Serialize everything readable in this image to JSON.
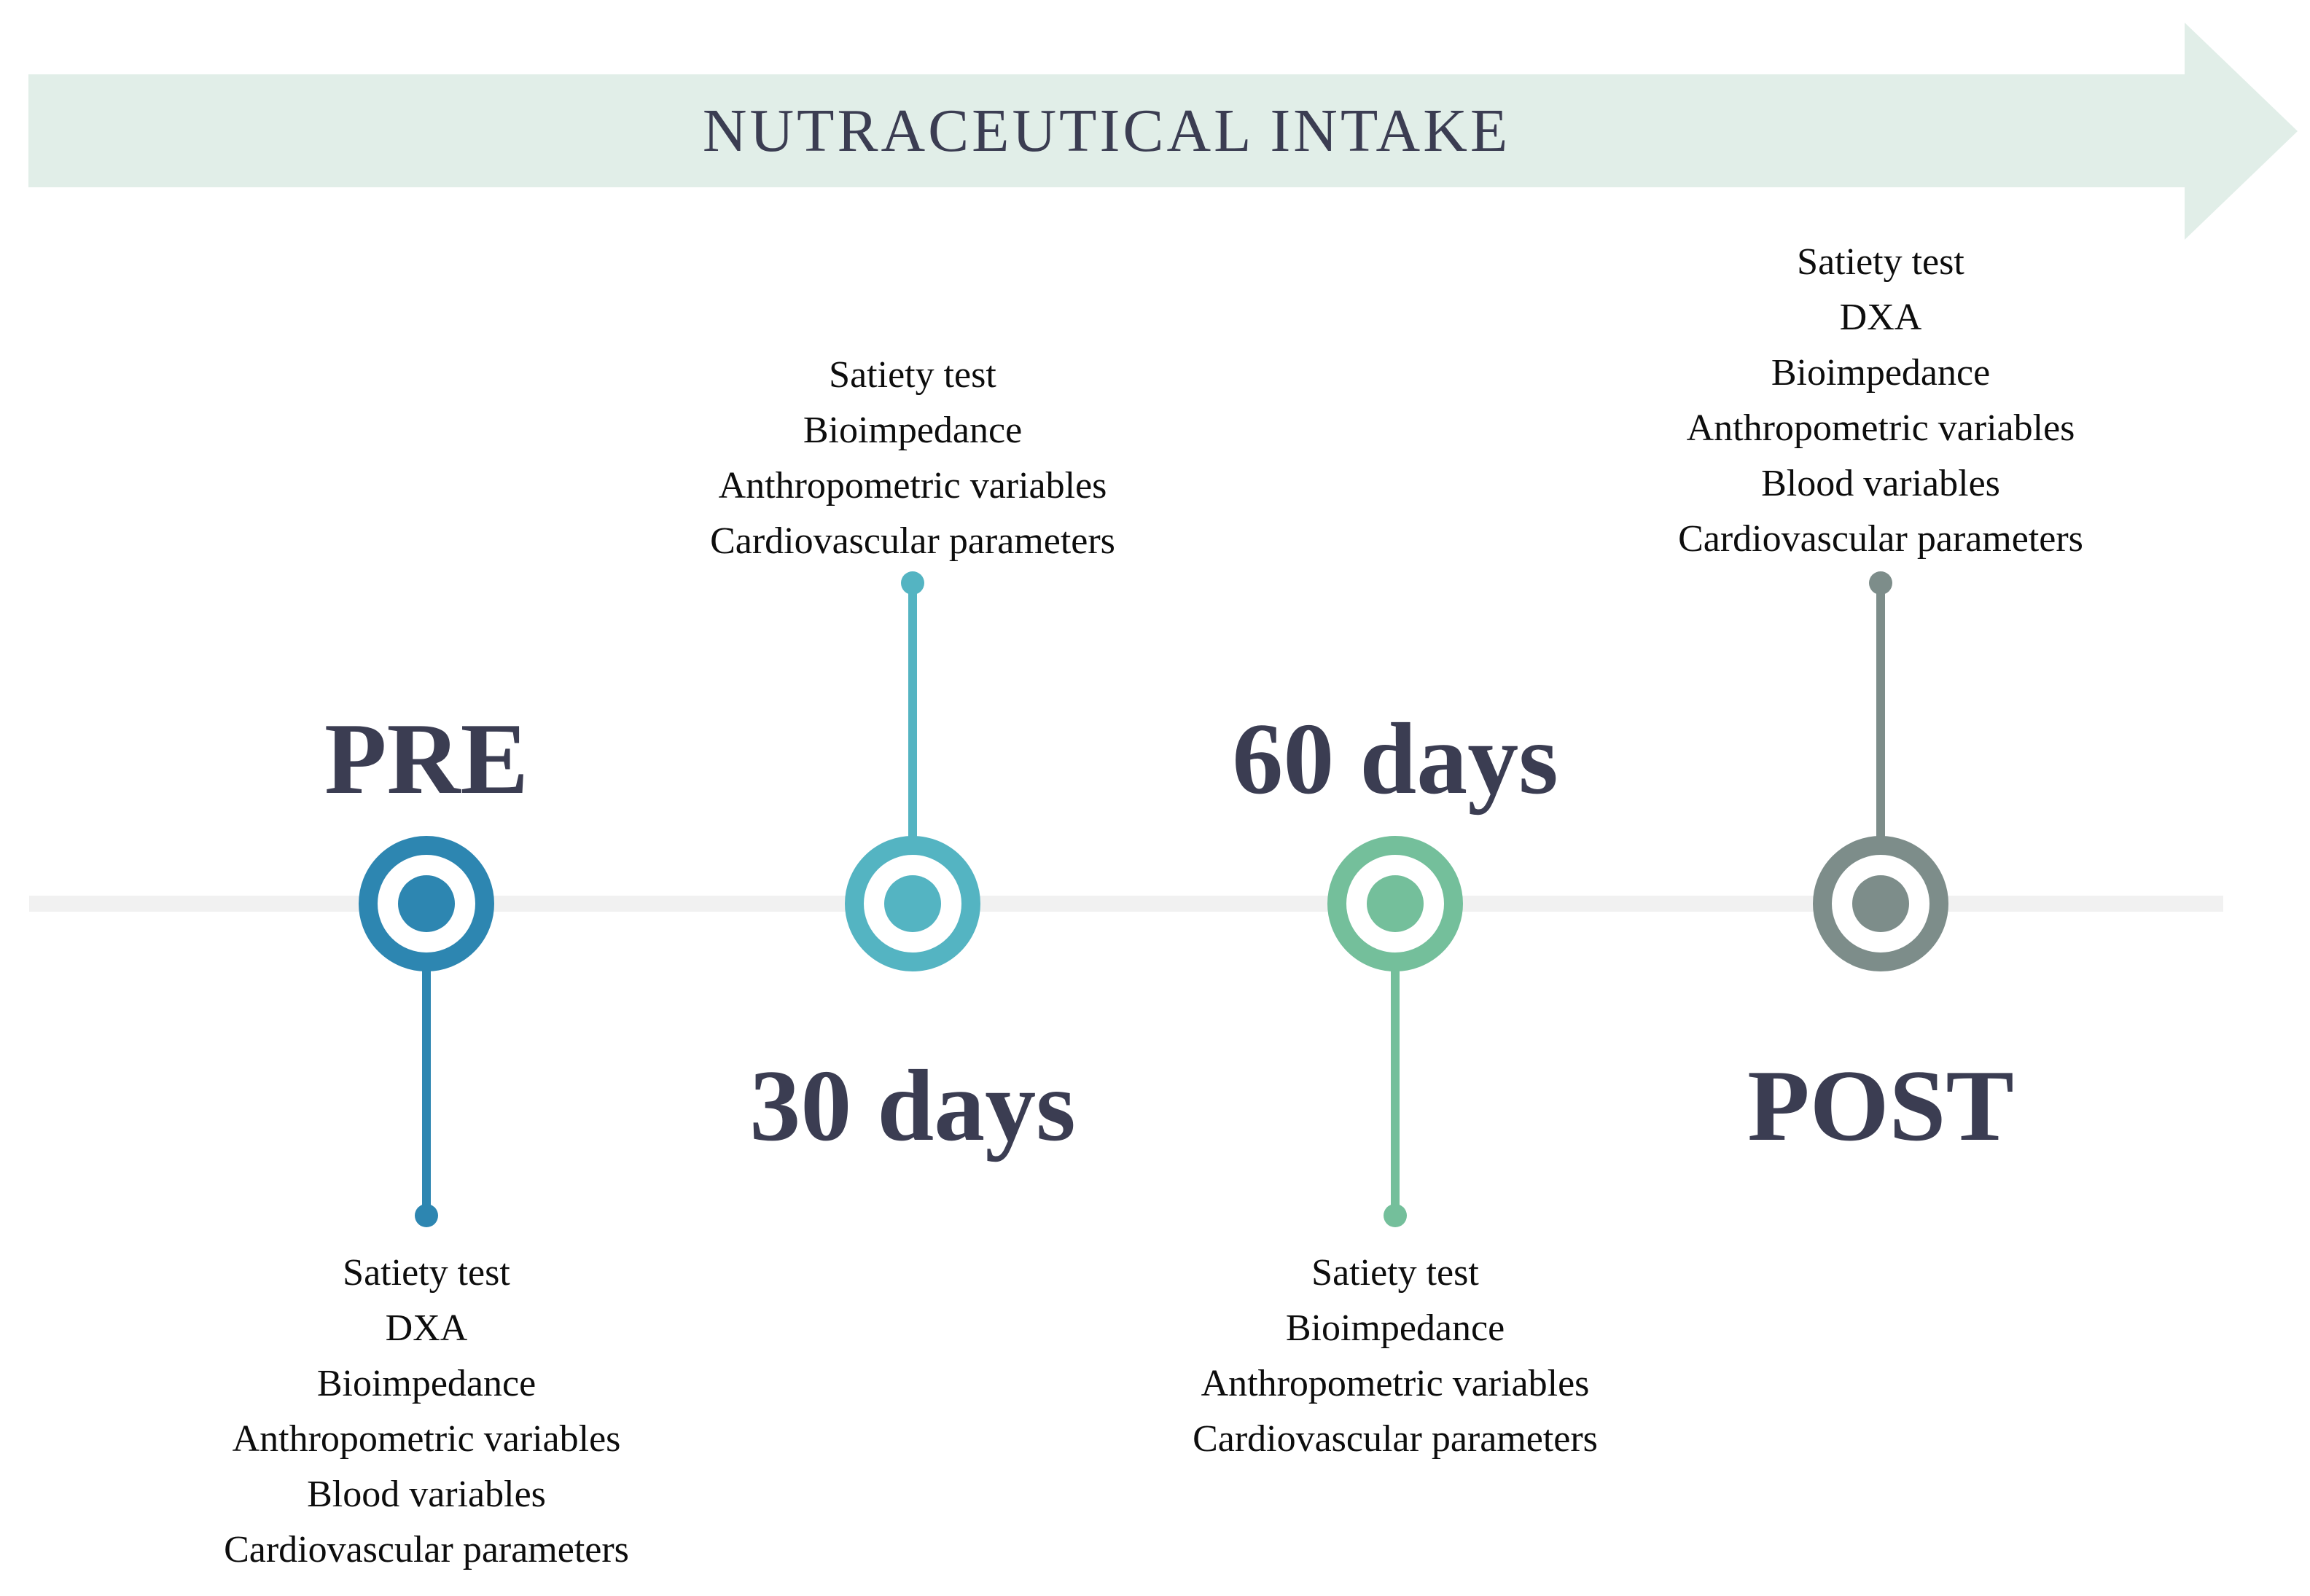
{
  "banner": {
    "title": "NUTRACEUTICAL INTAKE",
    "background_color": "#e1eee8",
    "text_color": "#3b3d52"
  },
  "timeline": {
    "axis_color": "#f1f1f1",
    "label_color": "#3b3d52",
    "list_text_color": "#0d0d0d"
  },
  "milestones": [
    {
      "id": "pre",
      "label": "PRE",
      "color": "#2d86b1",
      "label_position": "above-axis",
      "stem_direction": "down",
      "items": [
        "Satiety test",
        "DXA",
        "Bioimpedance",
        "Anthropometric variables",
        "Blood variables",
        "Cardiovascular parameters"
      ]
    },
    {
      "id": "30-days",
      "label": "30 days",
      "color": "#54b4c2",
      "label_position": "below-axis",
      "stem_direction": "up",
      "items": [
        "Satiety test",
        "Bioimpedance",
        "Anthropometric variables",
        "Cardiovascular parameters"
      ]
    },
    {
      "id": "60-days",
      "label": "60 days",
      "color": "#74bf9b",
      "label_position": "above-axis",
      "stem_direction": "down",
      "items": [
        "Satiety test",
        "Bioimpedance",
        "Anthropometric variables",
        "Cardiovascular parameters"
      ]
    },
    {
      "id": "post",
      "label": "POST",
      "color": "#7d8d8a",
      "label_position": "below-axis",
      "stem_direction": "up",
      "items": [
        "Satiety test",
        "DXA",
        "Bioimpedance",
        "Anthropometric variables",
        "Blood variables",
        "Cardiovascular parameters"
      ]
    }
  ]
}
